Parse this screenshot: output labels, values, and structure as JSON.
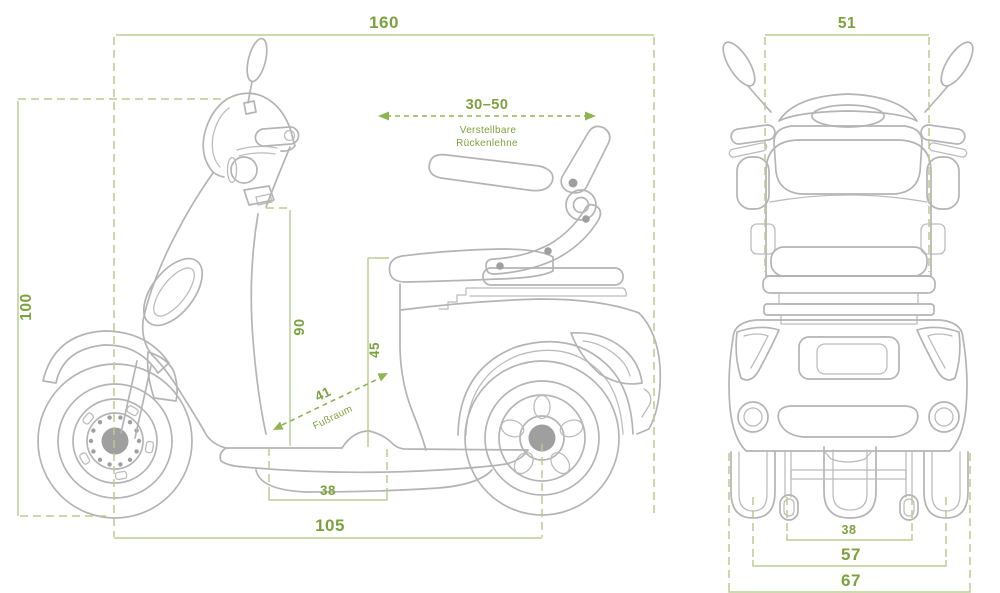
{
  "colors": {
    "dimension_text": "#7ba23e",
    "dimension_line": "#bccf92",
    "dimension_arrow": "#8fb454",
    "artwork_line": "#b4b4b4",
    "artwork_fill": "#9f9f9f",
    "background": "#ffffff"
  },
  "side_view": {
    "dimensions": {
      "overall_length": {
        "value": "160"
      },
      "overall_height": {
        "value": "100"
      },
      "backrest_adjust_range": {
        "value": "30–50",
        "note_line1": "Verstellbare",
        "note_line2": "Rückenlehne"
      },
      "tiller_height": {
        "value": "90"
      },
      "seat_height": {
        "value": "45"
      },
      "legroom": {
        "value": "41",
        "label": "Fußraum"
      },
      "footboard_length": {
        "value": "38"
      },
      "wheelbase": {
        "value": "105"
      }
    }
  },
  "rear_view": {
    "dimensions": {
      "seat_back_width": {
        "value": "51"
      },
      "inner_track_width": {
        "value": "38"
      },
      "rear_track_width": {
        "value": "57"
      },
      "overall_width": {
        "value": "67"
      }
    }
  }
}
